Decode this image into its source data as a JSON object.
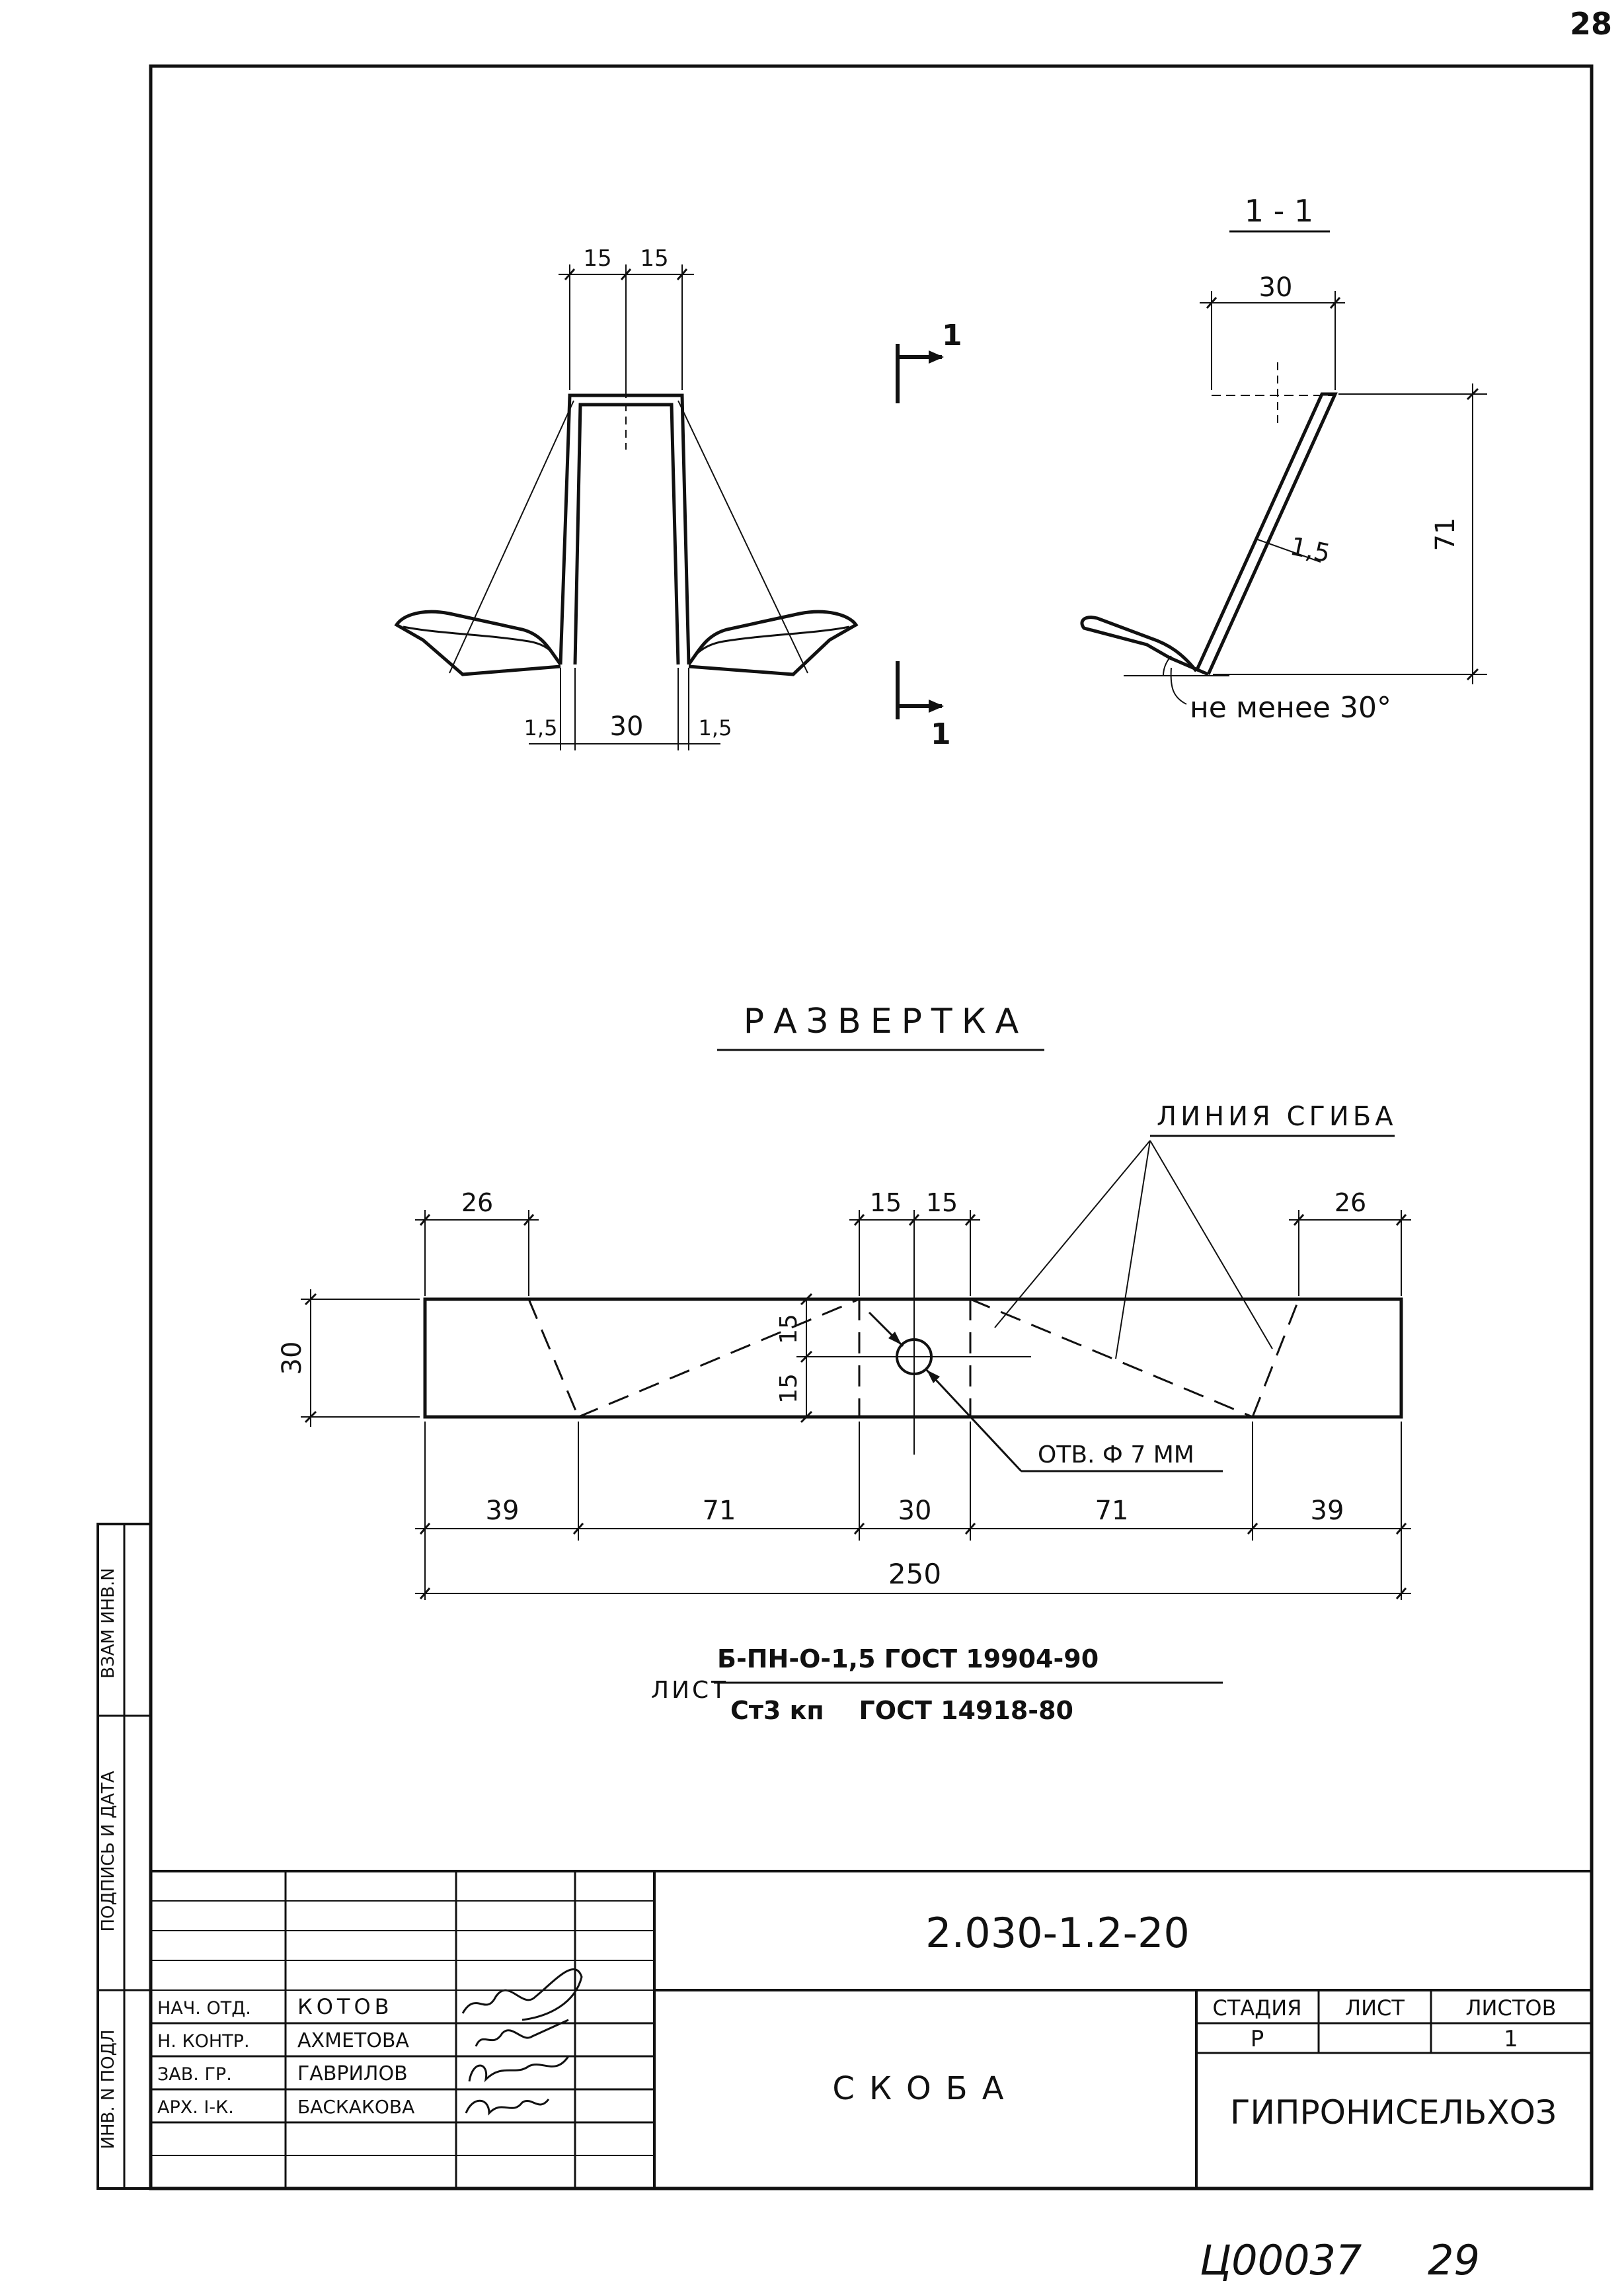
{
  "page": {
    "page_number": "28",
    "footer_code": "Ц00037",
    "footer_page": "29"
  },
  "front_view": {
    "dims": {
      "half_left": "15",
      "half_right": "15",
      "bottom_width": "30",
      "thickness_left": "1,5",
      "thickness_right": "1,5"
    }
  },
  "section_marker": {
    "top_label": "1",
    "bottom_label": "1"
  },
  "section_view": {
    "title": "1 - 1",
    "width": "30",
    "height": "71",
    "thickness": "1,5",
    "angle_note": "не менее 30°"
  },
  "flat_pattern": {
    "title": "РАЗВЕРТКА",
    "bend_line_label": "ЛИНИЯ СГИБА",
    "top_dims": [
      "26",
      "15",
      "15",
      "26"
    ],
    "height": "30",
    "inner_height_top": "15",
    "inner_height_bottom": "15",
    "hole_label": "ОТВ. Ф 7 ММ",
    "bottom_dims": [
      "39",
      "71",
      "30",
      "71",
      "39"
    ],
    "total": "250"
  },
  "material": {
    "prefix": "ЛИСТ",
    "numerator": "Б-ПН-О-1,5 ГОСТ 19904-90",
    "denominator": "Ст3 кп    ГОСТ 14918-80"
  },
  "side_stamp": {
    "vzam": "ВЗАМ ИНВ.N",
    "podpis": "ПОДПИСЬ И ДАТА",
    "inv": "ИНВ. N ПОДЛ"
  },
  "title_block": {
    "doc_code": "2.030-1.2-20",
    "name": "СКОБА",
    "stage_header": "СТАДИЯ",
    "sheet_header": "ЛИСТ",
    "sheets_header": "ЛИСТОВ",
    "stage": "Р",
    "sheet": "",
    "sheets": "1",
    "org": "ГИПРОНИСЕЛЬХОЗ",
    "people": [
      {
        "role": "НАЧ. ОТД.",
        "name": "КОТОВ"
      },
      {
        "role": "Н. КОНТР.",
        "name": "АХМЕТОВА"
      },
      {
        "role": "ЗАВ. ГР.",
        "name": "ГАВРИЛОВ"
      },
      {
        "role": "АРХ. I-К.",
        "name": "БАСКАКОВА"
      }
    ]
  }
}
